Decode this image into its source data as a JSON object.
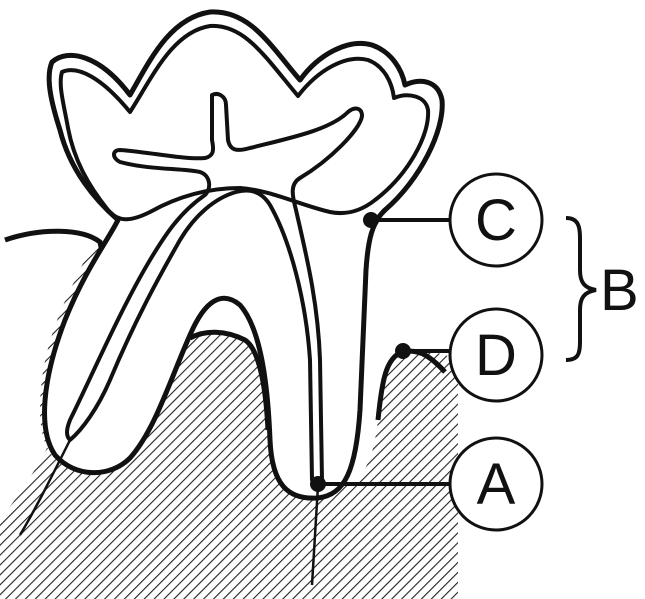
{
  "labels": {
    "a": "A",
    "b": "B",
    "c": "C",
    "d": "D"
  },
  "colors": {
    "ink": "#111111",
    "background": "#ffffff",
    "hatch": "#222222"
  }
}
